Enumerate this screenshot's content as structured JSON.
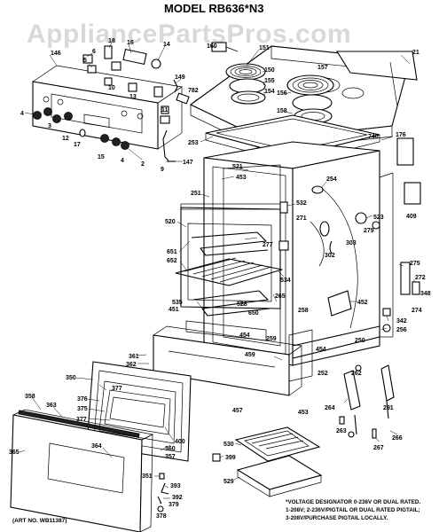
{
  "watermark": "AppliancePartsPros.com",
  "title": "MODEL RB636*N3",
  "art_no": "(ART NO. WB11387)",
  "voltage_note": [
    "*VOLTAGE DESIGNATOR 0-236V OR DUAL RATED.",
    "1-208V; 2-236V/PIGTAIL OR DUAL RATED PIGTAIL;",
    "3-208V/PURCHASE PIGTAIL LOCALLY."
  ],
  "part_labels": {
    "l146": "146",
    "l6": "6",
    "l5": "5",
    "l18": "18",
    "l16": "16",
    "l14": "14",
    "l10": "10",
    "l13": "13",
    "l149": "149",
    "l11": "11",
    "l4a": "4",
    "l3": "3",
    "l12": "12",
    "l17": "17",
    "l15": "15",
    "l4b": "4",
    "l2": "2",
    "l9": "9",
    "l147": "147",
    "l160": "160",
    "l151": "151",
    "l150": "150",
    "l155": "155",
    "l154": "154",
    "l157": "157",
    "l21": "21",
    "l156": "156",
    "l158": "158",
    "l782": "782",
    "l253": "253",
    "l740": "740",
    "l176": "176",
    "l521": "521",
    "l453a": "453",
    "l254": "254",
    "l251": "251",
    "l532": "532",
    "l271": "271",
    "l520": "520",
    "l523": "523",
    "l279": "279",
    "l409": "409",
    "l277": "277",
    "l303": "303",
    "l651": "651",
    "l652": "652",
    "l302": "302",
    "l275": "275",
    "l534": "534",
    "l272": "272",
    "l348": "348",
    "l265": "265",
    "l274": "274",
    "l535": "535",
    "l528": "528",
    "l452": "452",
    "l451": "451",
    "l650": "650",
    "l258": "258",
    "l342": "342",
    "l256": "256",
    "l454a": "454",
    "l259": "259",
    "l250": "250",
    "l361": "361",
    "l362": "362",
    "l454b": "454",
    "l459": "459",
    "l252": "252",
    "l262": "262",
    "l350": "350",
    "l376": "376",
    "l377a": "377",
    "l375": "375",
    "l264": "264",
    "l457": "457",
    "l453b": "453",
    "l261": "261",
    "l358": "358",
    "l363": "363",
    "l377b": "377",
    "l263": "263",
    "l267": "267",
    "l266": "266",
    "l400": "400",
    "l360": "360",
    "l357": "357",
    "l364": "364",
    "l365": "365",
    "l530": "530",
    "l399": "399",
    "l351": "351",
    "l393": "393",
    "l392": "392",
    "l529": "529",
    "l379": "379",
    "l378": "378"
  }
}
